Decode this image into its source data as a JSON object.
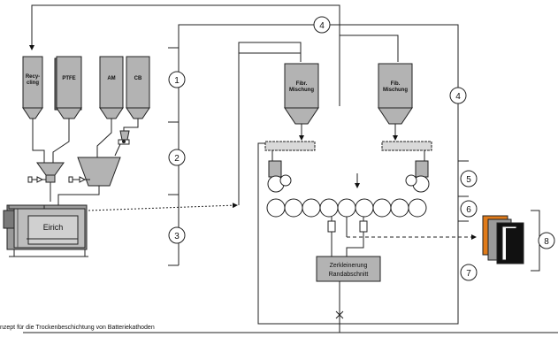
{
  "silos": {
    "recycling": [
      "Recy-",
      "cling"
    ],
    "ptfe": "PTFE",
    "am": "AM",
    "cb": "CB"
  },
  "fib_left": [
    "Fibr.",
    "Mischung"
  ],
  "fib_right": [
    "Fib.",
    "Mischung"
  ],
  "mixer": "Eirich",
  "cutter": [
    "Zerkleinerung",
    "Randabschnitt"
  ],
  "circles": {
    "c1": "1",
    "c2": "2",
    "c3": "3",
    "c4_top": "4",
    "c4_right": "4",
    "c5": "5",
    "c6": "6",
    "c7": "7",
    "c8": "8"
  },
  "caption": "nzept für die Trockenbeschichtung von Batteriekathoden"
}
